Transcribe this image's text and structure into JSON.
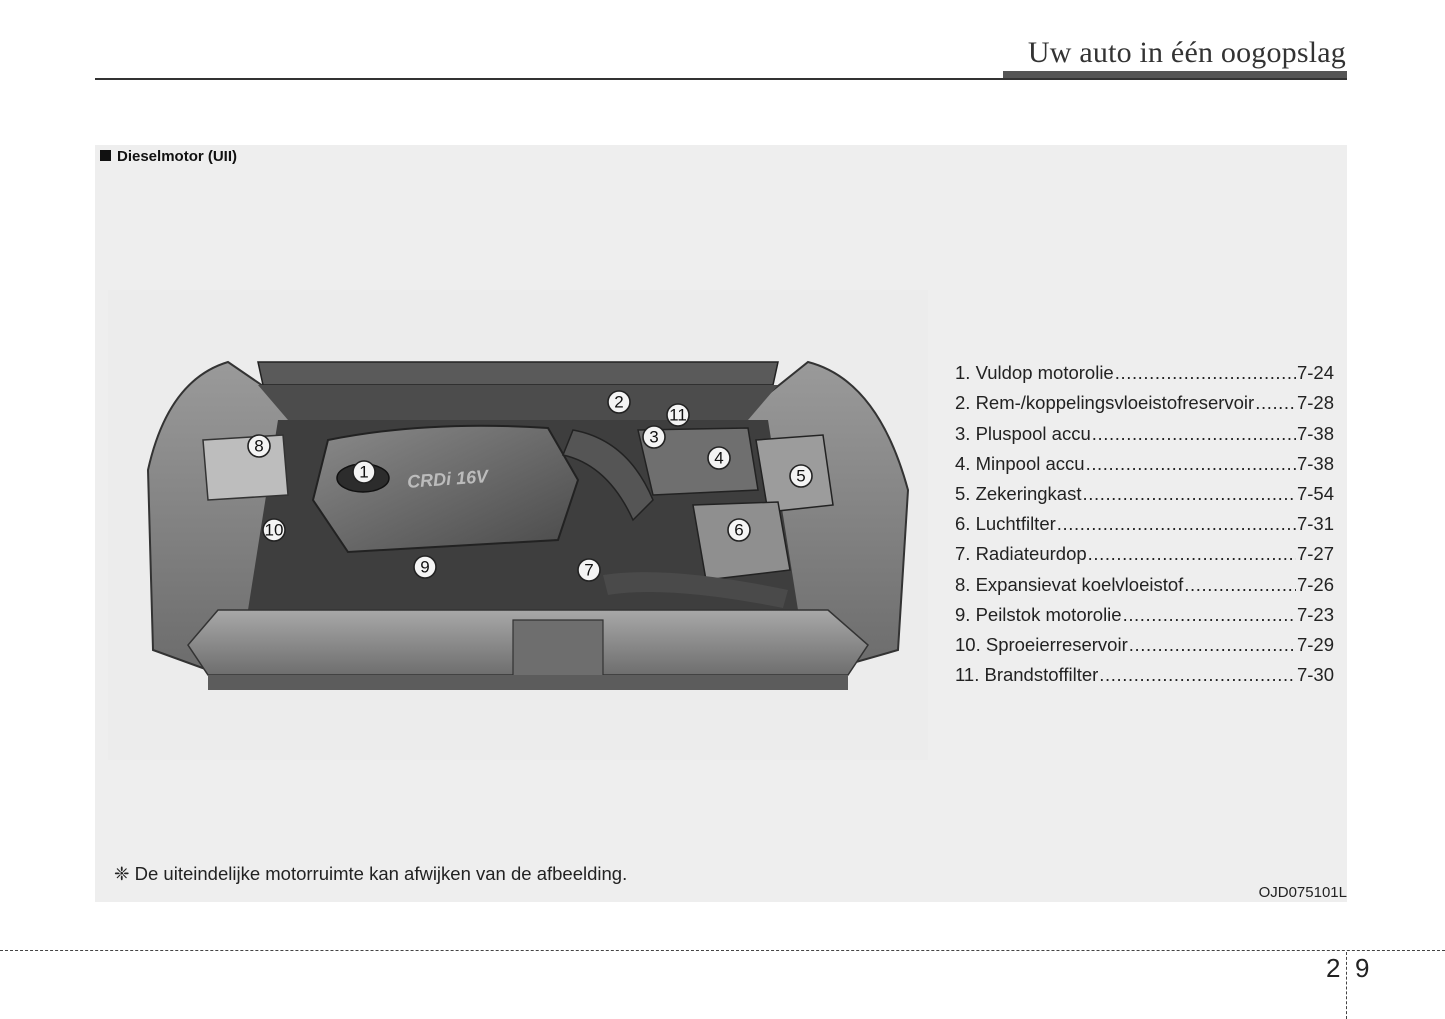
{
  "header": {
    "title": "Uw auto in één oogopslag"
  },
  "section": {
    "label": "Dieselmotor (UII)"
  },
  "figure": {
    "engine_badge": "CRDi 16V",
    "callouts": [
      "1",
      "2",
      "3",
      "4",
      "5",
      "6",
      "7",
      "8",
      "9",
      "10",
      "11"
    ],
    "code": "OJD075101L"
  },
  "legend": {
    "items": [
      {
        "label": "1. Vuldop motorolie",
        "page": "7-24"
      },
      {
        "label": "2. Rem-/koppelingsvloeistofreservoir",
        "page": "7-28"
      },
      {
        "label": "3. Pluspool accu",
        "page": "7-38"
      },
      {
        "label": "4. Minpool accu",
        "page": "7-38"
      },
      {
        "label": "5. Zekeringkast",
        "page": "7-54"
      },
      {
        "label": "6. Luchtfilter",
        "page": "7-31"
      },
      {
        "label": "7. Radiateurdop",
        "page": "7-27"
      },
      {
        "label": "8. Expansievat koelvloeistof",
        "page": "7-26"
      },
      {
        "label": "9. Peilstok motorolie",
        "page": "7-23"
      },
      {
        "label": "10. Sproeierreservoir",
        "page": "7-29"
      },
      {
        "label": "11. Brandstoffilter",
        "page": "7-30"
      }
    ]
  },
  "footnote": "❈ De uiteindelijke motorruimte kan afwijken van de afbeelding.",
  "page_number": {
    "chapter": "2",
    "page": "9"
  }
}
